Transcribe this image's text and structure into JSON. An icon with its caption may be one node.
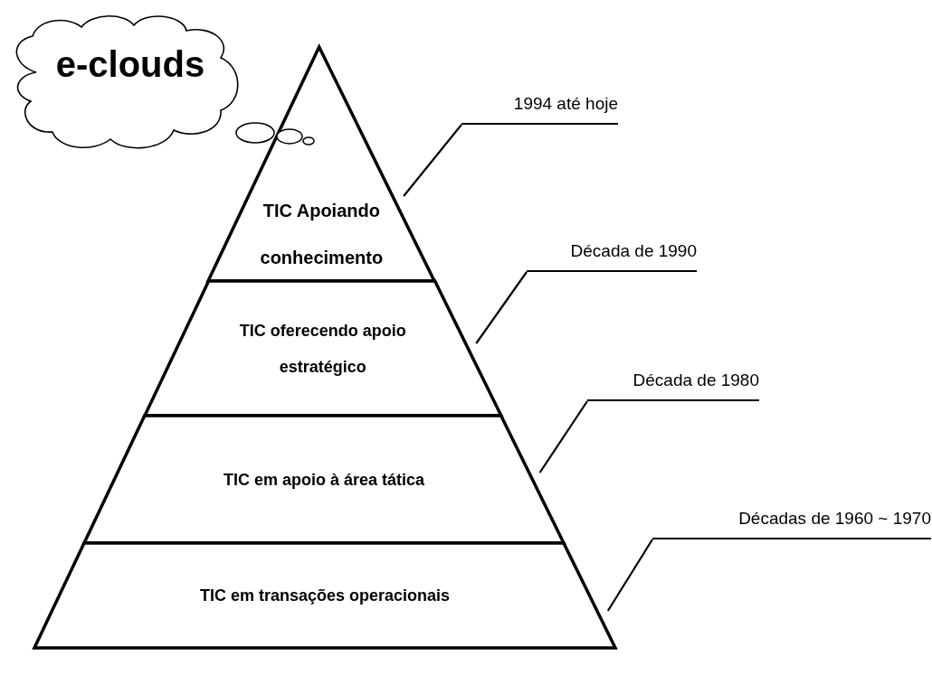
{
  "diagram": {
    "nodes": [
      {
        "text": [
          "e-clouds"
        ]
      },
      {
        "text": [
          "TIC Apoiando conhecimento"
        ]
      },
      {
        "text": [
          "TIC oferecendo apoio estratégico"
        ]
      },
      {
        "text": [
          "TIC em apoio à área tática"
        ]
      },
      {
        "text": [
          "TIC em transações operacionais"
        ]
      },
      {
        "text": [
          "1994 até hoje"
        ]
      },
      {
        "text": [
          "Década de 1990"
        ]
      },
      {
        "text": [
          "Década de 1980"
        ]
      },
      {
        "text": [
          "Décadas de 1960 ~ 1970"
        ]
      }
    ],
    "edges": [
      {
        "from": 5,
        "to": 1,
        "arrow": "none"
      },
      {
        "from": 6,
        "to": 2,
        "arrow": "none"
      },
      {
        "from": 7,
        "to": 3,
        "arrow": "none"
      },
      {
        "from": 8,
        "to": 4,
        "arrow": "none"
      }
    ]
  }
}
